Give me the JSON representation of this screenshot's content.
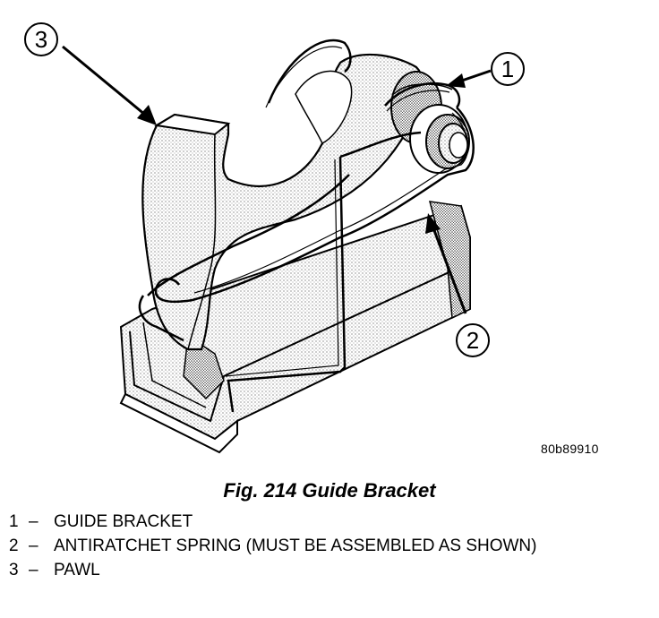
{
  "callouts": [
    {
      "number": "1"
    },
    {
      "number": "2"
    },
    {
      "number": "3"
    }
  ],
  "figure_code": "80b89910",
  "caption": "Fig. 214 Guide Bracket",
  "legend": [
    {
      "number": "1",
      "dash": "–",
      "text": "GUIDE BRACKET"
    },
    {
      "number": "2",
      "dash": "–",
      "text": "ANTIRATCHET SPRING (MUST BE ASSEMBLED AS SHOWN)"
    },
    {
      "number": "3",
      "dash": "–",
      "text": "PAWL"
    }
  ]
}
